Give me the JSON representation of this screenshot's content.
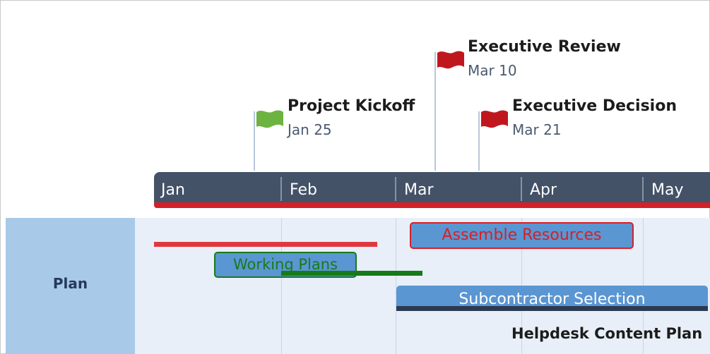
{
  "milestones": [
    {
      "title": "Project Kickoff",
      "date": "Jan 25",
      "color": "#6db33f"
    },
    {
      "title": "Executive Review",
      "date": "Mar 10",
      "color": "#c0171e"
    },
    {
      "title": "Executive Decision",
      "date": "Mar 21",
      "color": "#c0171e"
    }
  ],
  "timescale": {
    "months": [
      "Jan",
      "Feb",
      "Mar",
      "Apr",
      "May"
    ],
    "bar_color": "#445268",
    "accent_color": "#d42027"
  },
  "swimlane": {
    "label": "Plan",
    "tasks": [
      {
        "label": "Assemble Resources",
        "fill": "#5a96d2",
        "border": "#d42027",
        "text_color": "#d42027"
      },
      {
        "label": "Working Plans",
        "fill": "#5a96d2",
        "border": "#177a1a",
        "text_color": "#177a1a"
      },
      {
        "label": "Subcontractor Selection",
        "fill": "#5a96d2",
        "text_color": "#ffffff"
      }
    ],
    "footer_text": "Helpdesk Content Plan"
  }
}
